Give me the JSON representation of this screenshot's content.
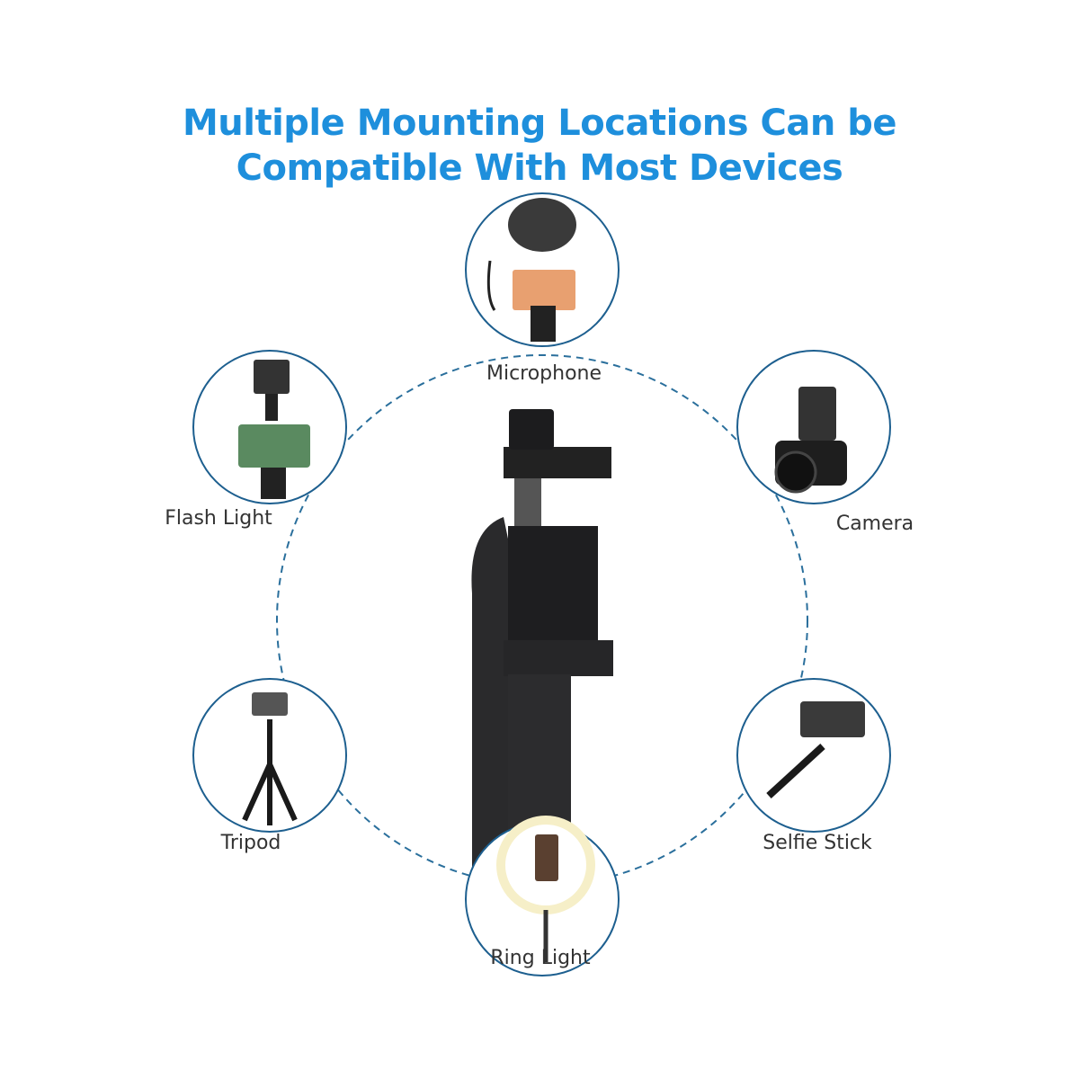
{
  "title": {
    "line1": "Multiple Mounting Locations Can be",
    "line2": "Compatible With Most Devices"
  },
  "devices": [
    {
      "label": "Microphone"
    },
    {
      "label": "Flash Light"
    },
    {
      "label": "Camera"
    },
    {
      "label": "Tripod"
    },
    {
      "label": "Selfie Stick"
    },
    {
      "label": "Ring Light"
    }
  ],
  "colors": {
    "title": "#1e8fdc",
    "circle_stroke": "#1d5f8f",
    "dashed": "#2a6f9c"
  }
}
